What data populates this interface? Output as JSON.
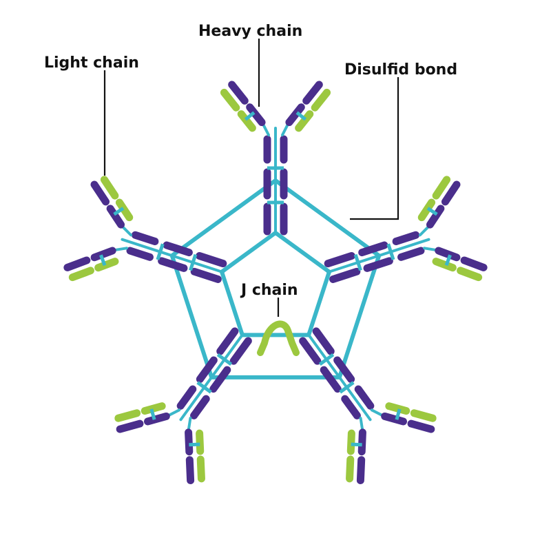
{
  "labels": {
    "heavy_chain": "Heavy chain",
    "light_chain": "Light chain",
    "disulfid_bond": "Disulfid bond",
    "j_chain": "J chain"
  },
  "colors": {
    "heavy": "#4a2e8c",
    "light": "#9cc83f",
    "bond": "#3ab7c9",
    "jchain": "#9cc83f",
    "text": "#111111"
  },
  "structure": {
    "monomer_count": 5,
    "icons": [
      "antibody-monomer",
      "j-chain-arc",
      "disulfide-pentagon"
    ]
  }
}
